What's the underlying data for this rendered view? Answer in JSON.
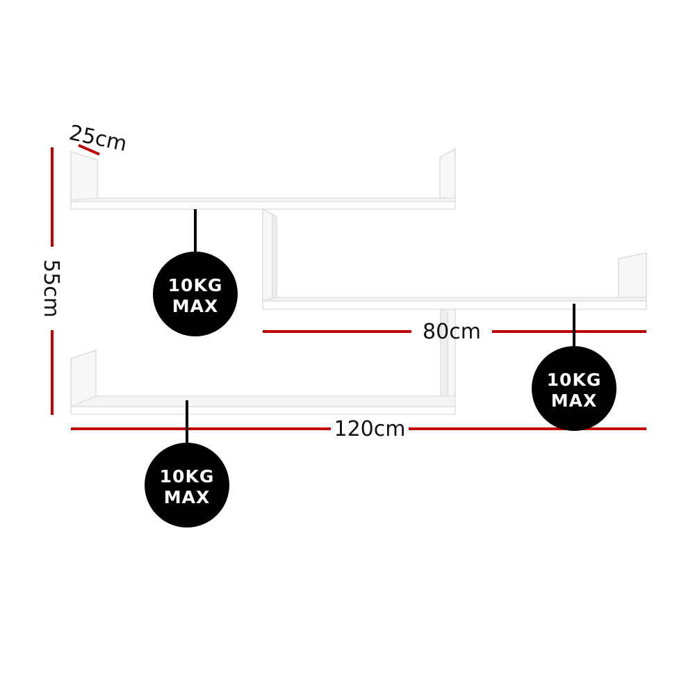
{
  "dimensions": {
    "depth": "25cm",
    "height": "55cm",
    "middle_width": "80cm",
    "total_width": "120cm"
  },
  "badges": [
    {
      "line1": "10KG",
      "line2": "MAX"
    },
    {
      "line1": "10KG",
      "line2": "MAX"
    },
    {
      "line1": "10KG",
      "line2": "MAX"
    }
  ],
  "colors": {
    "dimension_line": "#c00000",
    "badge_fill": "#000000",
    "shelf": "#ffffff"
  }
}
